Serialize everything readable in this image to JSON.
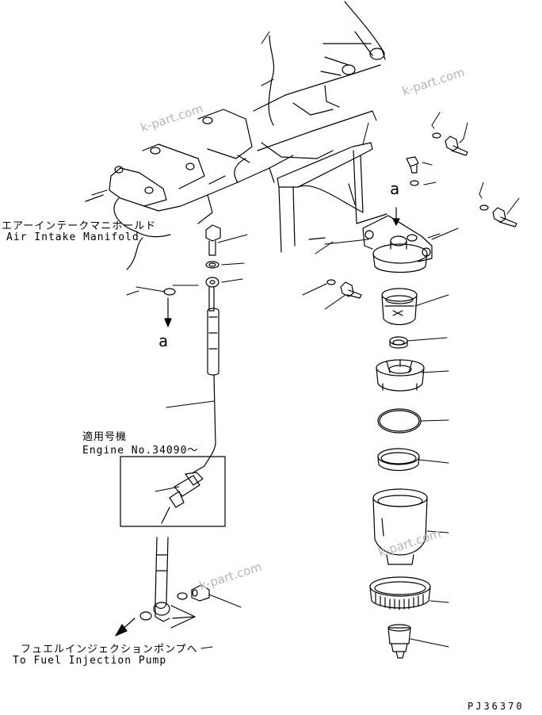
{
  "labels": {
    "manifold_jp": "エアーインテークマニホールド",
    "manifold_en": "Air Intake Manifold",
    "engine_jp": "適用号機",
    "engine_en": "Engine No.34090～",
    "pump_jp": "フュエルインジェクションポンプへ",
    "pump_en": "To Fuel Injection Pump",
    "ref_a_left": "a",
    "ref_a_right": "a",
    "drawing_no": "PJ36370"
  },
  "watermarks": [
    "k-part.com",
    "k-part.com",
    "k-part.com",
    "k-part.com"
  ]
}
